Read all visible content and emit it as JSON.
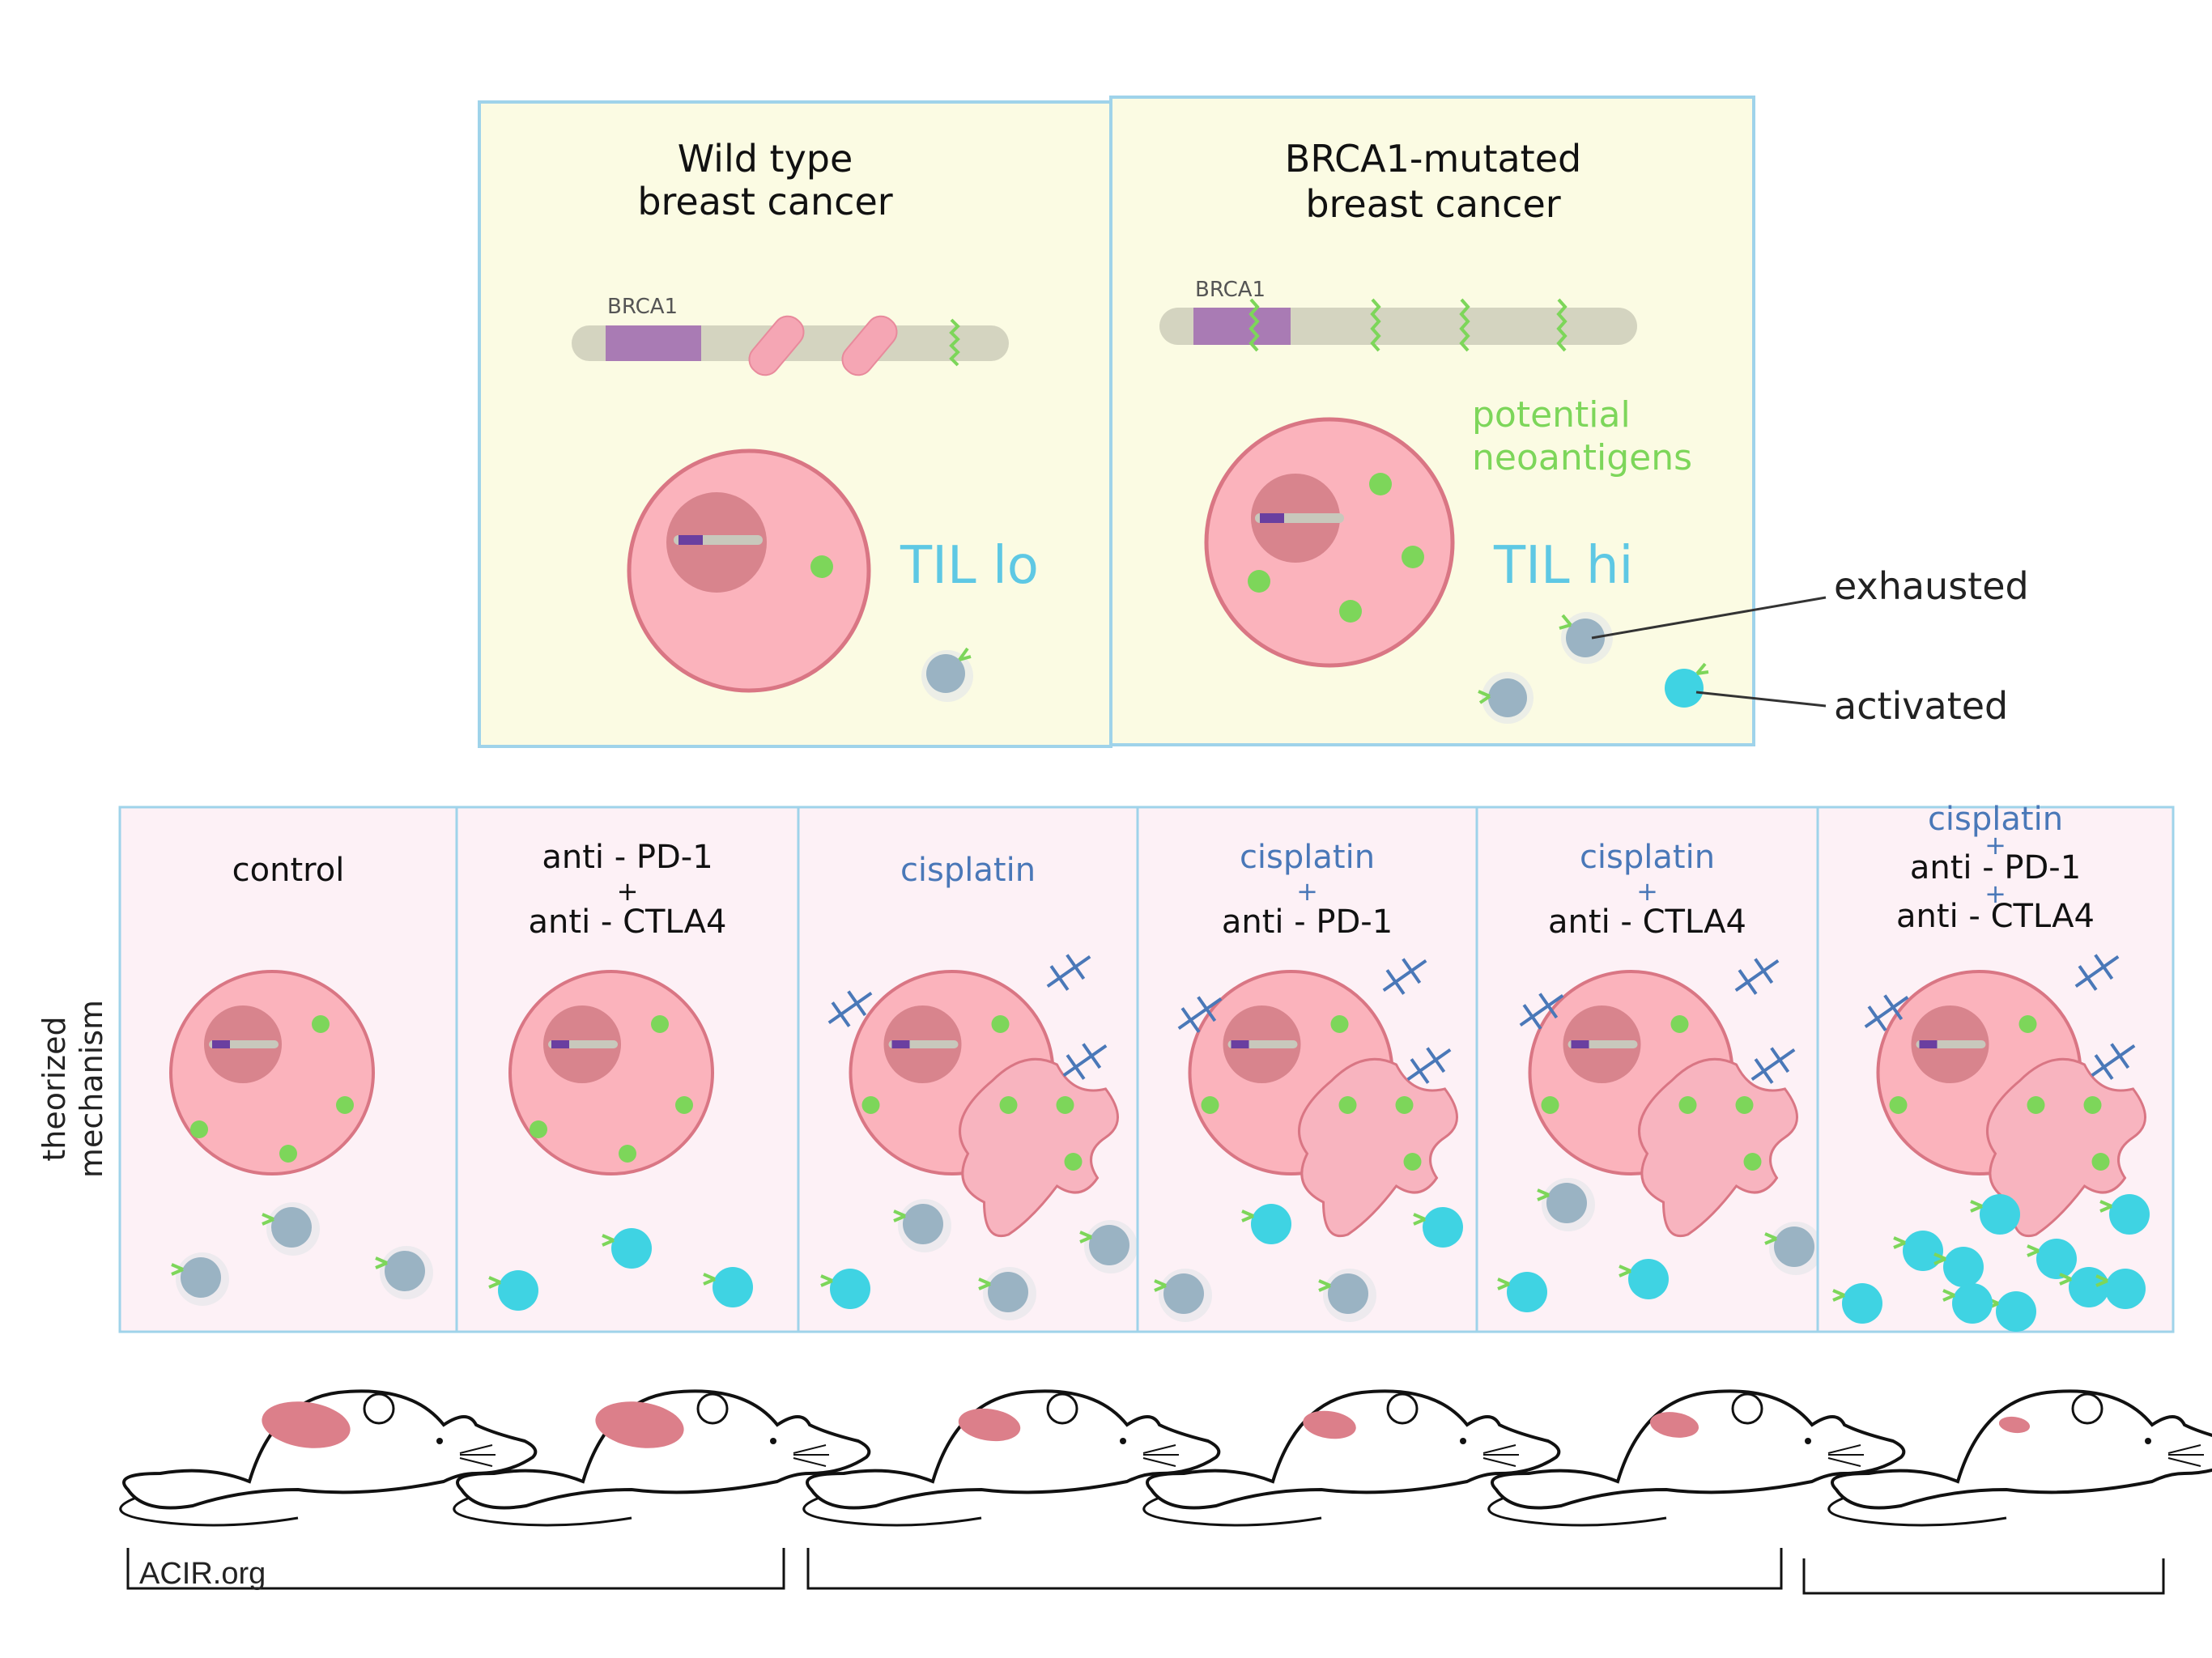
{
  "top": {
    "panels": [
      {
        "title_line1": "Wild type",
        "title_line2": "breast cancer",
        "gene_label": "BRCA1",
        "til_label": "TIL lo"
      },
      {
        "title_line1": "BRCA1-mutated",
        "title_line2": "breast cancer",
        "gene_label": "BRCA1",
        "til_label": "TIL hi",
        "neo_line1": "potential",
        "neo_line2": "neoantigens"
      }
    ],
    "callouts": {
      "exhausted": "exhausted",
      "activated": "activated"
    }
  },
  "side_label": {
    "line1": "theorized",
    "line2": "mechanism"
  },
  "treatments": [
    {
      "lines": [
        "control"
      ],
      "color": "#111111"
    },
    {
      "lines": [
        "anti - PD-1",
        "+",
        "anti - CTLA4"
      ],
      "color": "#111111"
    },
    {
      "lines": [
        "cisplatin"
      ],
      "color": "#4a78b8"
    },
    {
      "lines": [
        "cisplatin",
        "+",
        "anti - PD-1"
      ],
      "color": "#4a78b8"
    },
    {
      "lines": [
        "cisplatin",
        "+",
        "anti - CTLA4"
      ],
      "color": "#4a78b8"
    },
    {
      "lines": [
        "cisplatin",
        "+",
        "anti - PD-1",
        "+",
        "anti - CTLA4"
      ],
      "color": "#4a78b8"
    }
  ],
  "groups": {
    "left_caption": "ACIR.org"
  },
  "colors": {
    "panel_top_bg": "#fbfbe3",
    "panel_bottom_bg": "#fdf1f6",
    "panel_border": "#9fd3ea",
    "cell": "#fbb3bc",
    "cell_edge": "#d97684",
    "nucleus": "#d8848d",
    "chromosome": "#d4d4c0",
    "brca1": "#a97bb4",
    "neoantigen": "#7dd65a",
    "til_exhausted": "#9ab3c3",
    "til_activated": "#3fd3e3",
    "cisplatin": "#4a78b8",
    "tumor_on_mouse": "#dc7f8a",
    "til_text": "#5ec8e4",
    "neo_text": "#7dd65a"
  }
}
